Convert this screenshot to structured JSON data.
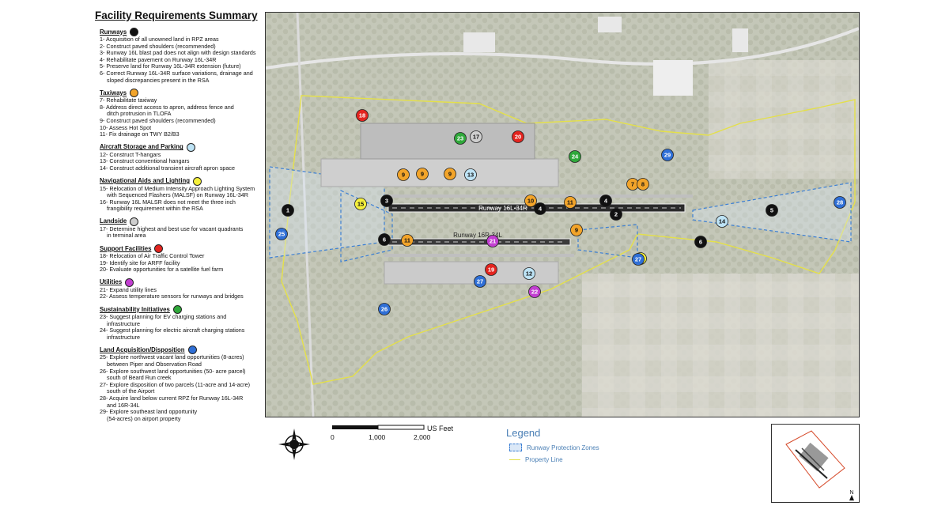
{
  "summary": {
    "title": "Facility Requirements Summary",
    "sections": [
      {
        "id": "runways",
        "label": "Runways",
        "color": "#111111",
        "items": [
          {
            "text": "1- Acquisition of all unowned land in RPZ areas"
          },
          {
            "text": "2- Construct paved shoulders (recommended)"
          },
          {
            "text": "3- Runway 16L blast pad does not align with design standards"
          },
          {
            "text": "4- Rehabilitate pavement on Runway 16L-34R"
          },
          {
            "text": "5- Preserve land for Runway 16L-34R extension (future)"
          },
          {
            "text": "6- Correct Runway 16L-34R surface variations, drainage and"
          },
          {
            "text": "sloped discrepancies present in the RSA",
            "sub": true
          }
        ]
      },
      {
        "id": "taxiways",
        "label": "Taxiways",
        "color": "#f2a42a",
        "items": [
          {
            "text": "7- Rehabilitate taxiway"
          },
          {
            "text": "8- Address direct access to apron, address fence and"
          },
          {
            "text": "ditch protrusion in TLOFA",
            "sub": true
          },
          {
            "text": "9- Construct paved shoulders (recommended)"
          },
          {
            "text": "10- Assess Hot Spot"
          },
          {
            "text": "11- Fix drainage on TWY B2/B3"
          }
        ]
      },
      {
        "id": "storage",
        "label": "Aircraft Storage and Parking",
        "color": "#bde3f5",
        "items": [
          {
            "text": "12- Construct T-hangars"
          },
          {
            "text": "13- Construct conventional hangars"
          },
          {
            "text": "14- Construct additional transient aircraft apron space"
          }
        ]
      },
      {
        "id": "navaids",
        "label": "Navigational Aids and Lighting",
        "color": "#f5f03a",
        "items": [
          {
            "text": "15- Relocation of Medium Intensity Approach Lighting System"
          },
          {
            "text": "with Sequenced Flashers (MALSF) on Runway 16L-34R",
            "sub": true
          },
          {
            "text": "16- Runway 16L MALSR does not meet the three inch"
          },
          {
            "text": "frangibility requirement within the RSA",
            "sub": true
          }
        ]
      },
      {
        "id": "landside",
        "label": "Landside",
        "color": "#cfcfcf",
        "items": [
          {
            "text": "17- Determine highest and best use for vacant quadrants"
          },
          {
            "text": "in terminal area",
            "sub": true
          }
        ]
      },
      {
        "id": "support",
        "label": "Support Facilities",
        "color": "#e3241f",
        "items": [
          {
            "text": "18- Relocation of Air Traffic Control Tower"
          },
          {
            "text": "19- Identify site for ARFF facility"
          },
          {
            "text": "20- Evaluate opportunities for a satellite fuel farm"
          }
        ]
      },
      {
        "id": "utilities",
        "label": "Utilities",
        "color": "#c23ed1",
        "items": [
          {
            "text": "21- Expand utility lines"
          },
          {
            "text": "22- Assess temperature sensors for runways and bridges"
          }
        ]
      },
      {
        "id": "sustain",
        "label": "Sustainability Initiatives",
        "color": "#2fa83a",
        "items": [
          {
            "text": "23- Suggest planning for EV charging stations and"
          },
          {
            "text": "infrastructure",
            "sub": true
          },
          {
            "text": "24- Suggest planning for electric aircraft charging stations"
          },
          {
            "text": "infrastructure",
            "sub": true
          }
        ]
      },
      {
        "id": "land",
        "label": "Land Acquisition/Disposition",
        "color": "#2f6fd6",
        "items": [
          {
            "text": "25- Explore northwest vacant land opportunities (8-acres)"
          },
          {
            "text": "between Piper and Observation Road",
            "sub": true
          },
          {
            "text": "26- Explore southwest land opportunities (50- acre parcel)"
          },
          {
            "text": "south of Beard Run creek",
            "sub": true
          },
          {
            "text": "27- Explore disposition of two parcels (11-acre and 14-acre)"
          },
          {
            "text": "south of the Airport",
            "sub": true
          },
          {
            "text": "28- Acquire land below current RPZ for Runway 16L-34R"
          },
          {
            "text": "and 16R-34L",
            "sub": true
          },
          {
            "text": "29- Explore southeast land opportunity"
          },
          {
            "text": "(54-acres) on airport property",
            "sub": true
          }
        ]
      }
    ]
  },
  "map": {
    "runway_labels": [
      "Runway 16L-34R",
      "Runway 16R-34L"
    ],
    "markers": [
      {
        "n": "1",
        "cat": "runways"
      },
      {
        "n": "2",
        "cat": "runways"
      },
      {
        "n": "3",
        "cat": "runways"
      },
      {
        "n": "4",
        "cat": "runways"
      },
      {
        "n": "4",
        "cat": "runways"
      },
      {
        "n": "5",
        "cat": "runways"
      },
      {
        "n": "6",
        "cat": "runways"
      },
      {
        "n": "6",
        "cat": "runways"
      },
      {
        "n": "7",
        "cat": "taxiways"
      },
      {
        "n": "8",
        "cat": "taxiways"
      },
      {
        "n": "9",
        "cat": "taxiways"
      },
      {
        "n": "9",
        "cat": "taxiways"
      },
      {
        "n": "9",
        "cat": "taxiways"
      },
      {
        "n": "9",
        "cat": "taxiways"
      },
      {
        "n": "10",
        "cat": "taxiways"
      },
      {
        "n": "11",
        "cat": "taxiways"
      },
      {
        "n": "11",
        "cat": "taxiways"
      },
      {
        "n": "12",
        "cat": "storage"
      },
      {
        "n": "13",
        "cat": "storage"
      },
      {
        "n": "14",
        "cat": "storage"
      },
      {
        "n": "15",
        "cat": "navaids"
      },
      {
        "n": "16",
        "cat": "navaids"
      },
      {
        "n": "17",
        "cat": "landside"
      },
      {
        "n": "18",
        "cat": "support"
      },
      {
        "n": "19",
        "cat": "support"
      },
      {
        "n": "20",
        "cat": "support"
      },
      {
        "n": "21",
        "cat": "utilities"
      },
      {
        "n": "22",
        "cat": "utilities"
      },
      {
        "n": "23",
        "cat": "sustain"
      },
      {
        "n": "24",
        "cat": "sustain"
      },
      {
        "n": "25",
        "cat": "land"
      },
      {
        "n": "26",
        "cat": "land"
      },
      {
        "n": "27",
        "cat": "land"
      },
      {
        "n": "27",
        "cat": "land"
      },
      {
        "n": "28",
        "cat": "land"
      },
      {
        "n": "29",
        "cat": "land"
      }
    ]
  },
  "scale": {
    "unit": "US Feet",
    "ticks": [
      "0",
      "1,000",
      "2,000"
    ]
  },
  "legend": {
    "title": "Legend",
    "items": [
      {
        "label": "Runway Protection Zones",
        "color": "#3b7fd4"
      },
      {
        "label": "Property Line",
        "color": "#e4e04a"
      }
    ]
  },
  "north": {
    "label": "N"
  }
}
